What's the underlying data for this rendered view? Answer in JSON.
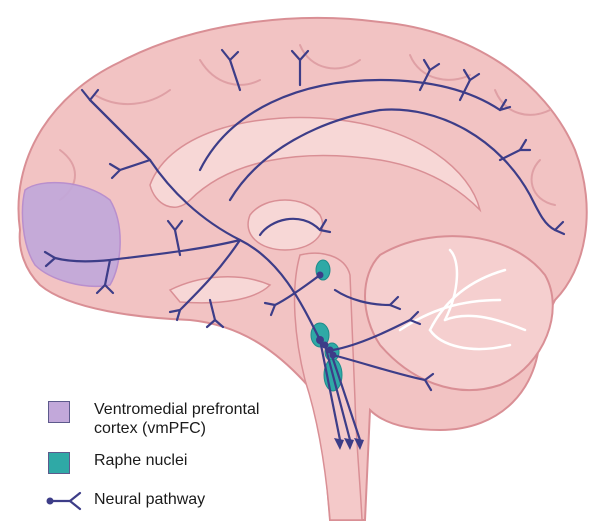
{
  "legend": {
    "vmpfc": {
      "label_line1": "Ventromedial prefrontal",
      "label_line2": "cortex (vmPFC)",
      "color": "#c2a8da"
    },
    "raphe": {
      "label": "Raphe nuclei",
      "color": "#2fa9a6"
    },
    "pathway": {
      "label": "Neural pathway",
      "color": "#3d3d88"
    }
  },
  "colors": {
    "brain_fill": "#f2c3c3",
    "brain_outline": "#d98f95",
    "inner_fill": "#f7d7d6",
    "pathway": "#3d3d88"
  }
}
